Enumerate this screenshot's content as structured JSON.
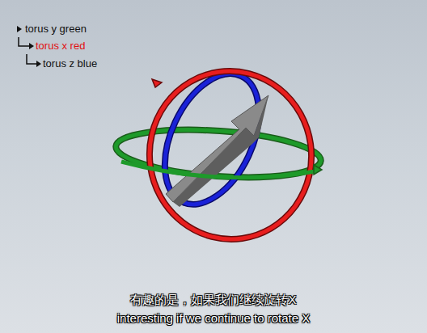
{
  "diagram": {
    "labels": [
      "torus y green",
      "torus x red",
      "torus z blue",
      "有趣的是，如果我们继续旋转X",
      "interesting if we continue to rotate X"
    ]
  }
}
